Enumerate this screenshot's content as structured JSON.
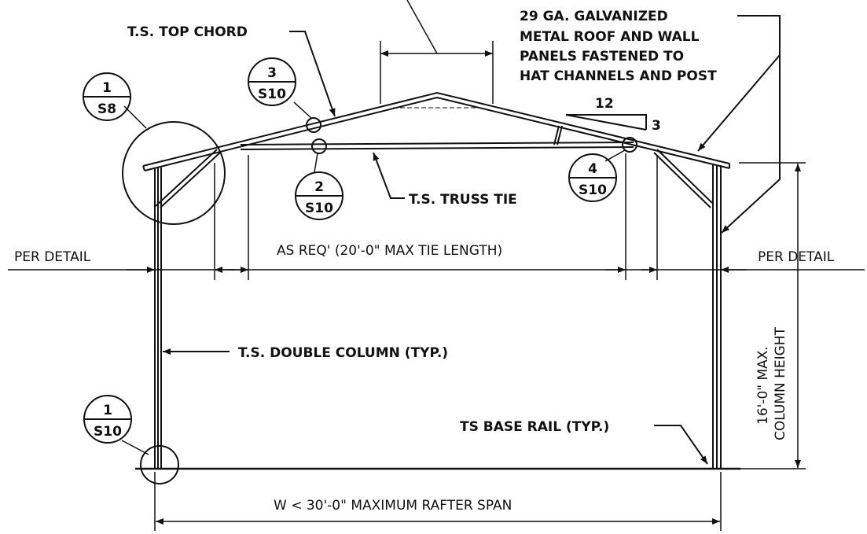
{
  "labels": {
    "top_chord": "T.S. TOP CHORD",
    "roof_note_1": "29 GA. GALVANIZED",
    "roof_note_2": "METAL ROOF AND WALL",
    "roof_note_3": "PANELS FASTENED TO",
    "roof_note_4": "HAT CHANNELS AND POST",
    "truss_tie": "T.S. TRUSS TIE",
    "per_detail_left": "PER DETAIL",
    "per_detail_right": "PER DETAIL",
    "tie_length": "AS REQ' (20'-0\" MAX TIE LENGTH)",
    "double_column": "T.S. DOUBLE COLUMN (TYP.)",
    "base_rail": "TS BASE RAIL (TYP.)",
    "column_height_1": "16'-0\" MAX.",
    "column_height_2": "COLUMN HEIGHT",
    "rafter_span": "W < 30'-0\" MAXIMUM RAFTER SPAN"
  },
  "slope": {
    "rise": "3",
    "run": "12"
  },
  "detail_bubbles": [
    {
      "id": "b1",
      "num": "1",
      "sheet": "S8"
    },
    {
      "id": "b2",
      "num": "3",
      "sheet": "S10"
    },
    {
      "id": "b3",
      "num": "2",
      "sheet": "S10"
    },
    {
      "id": "b4",
      "num": "4",
      "sheet": "S10"
    },
    {
      "id": "b5",
      "num": "1",
      "sheet": "S10"
    }
  ]
}
